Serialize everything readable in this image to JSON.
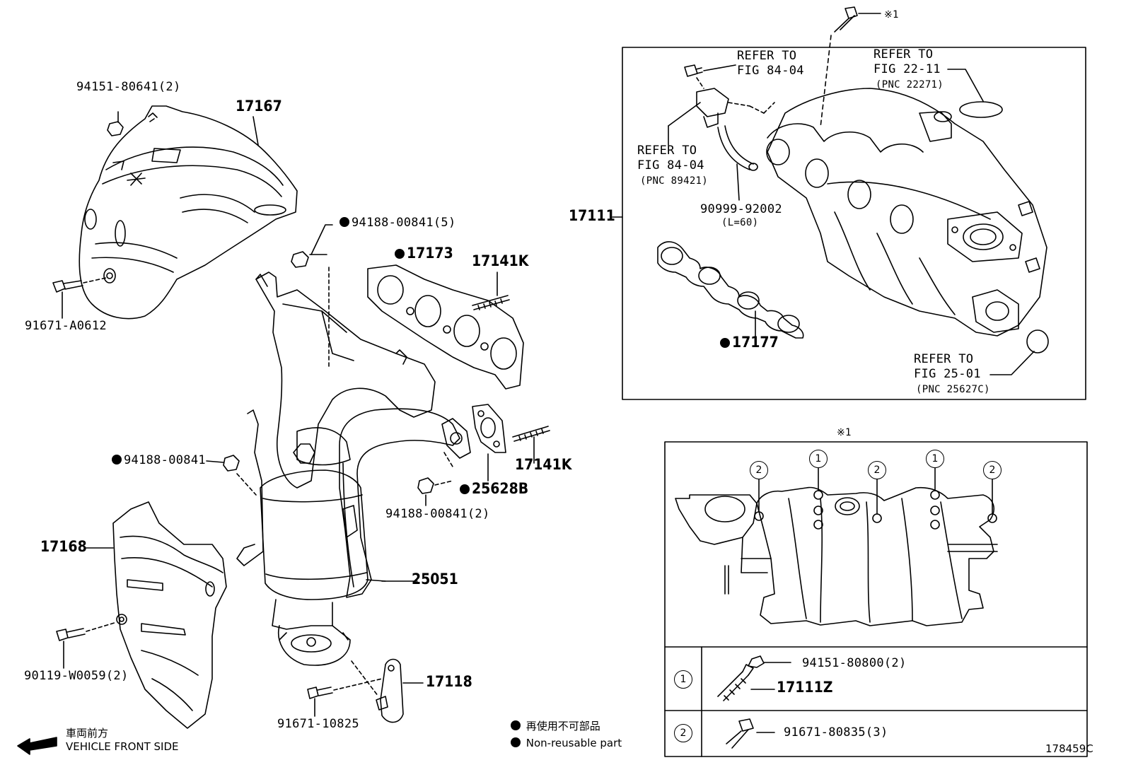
{
  "diagram_id": "178459C",
  "labels": {
    "p17167": "17167",
    "p94151_80641": "94151-80641(2)",
    "p91671_A0612": "91671-A0612",
    "p94188_00841_5": "94188-00841(5)",
    "p17173": "17173",
    "p17141K_top": "17141K",
    "p94188_00841": "94188-00841",
    "p17141K_bot": "17141K",
    "p25628B": "25628B",
    "p94188_00841_2": "94188-00841(2)",
    "p17168": "17168",
    "p25051": "25051",
    "p90119": "90119-W0059(2)",
    "p17118": "17118",
    "p91671_10825": "91671-10825",
    "p17111": "17111",
    "p90999": "90999-92002",
    "p90999_len": "(L=60)",
    "p17177": "17177",
    "ref1_a": "REFER TO",
    "ref1_b": "FIG 84-04",
    "ref2_a": "REFER TO",
    "ref2_b": "FIG 22-11",
    "ref2_c": "(PNC 22271)",
    "ref3_a": "REFER TO",
    "ref3_b": "FIG 84-04",
    "ref3_c": "(PNC 89421)",
    "ref4_a": "REFER TO",
    "ref4_b": "FIG 25-01",
    "ref4_c": "(PNC 25627C)",
    "note1_top": "※1",
    "note1_detail": "※1",
    "p94151_80800": "94151-80800(2)",
    "p17111Z": "17111Z",
    "p91671_80835": "91671-80835(3)",
    "circle1": "1",
    "circle2": "2"
  },
  "legend": {
    "reuse_jp": "再使用不可部品",
    "reuse_en": "Non-reusable part",
    "front_jp": "車両前方",
    "front_en": "VEHICLE FRONT SIDE"
  }
}
